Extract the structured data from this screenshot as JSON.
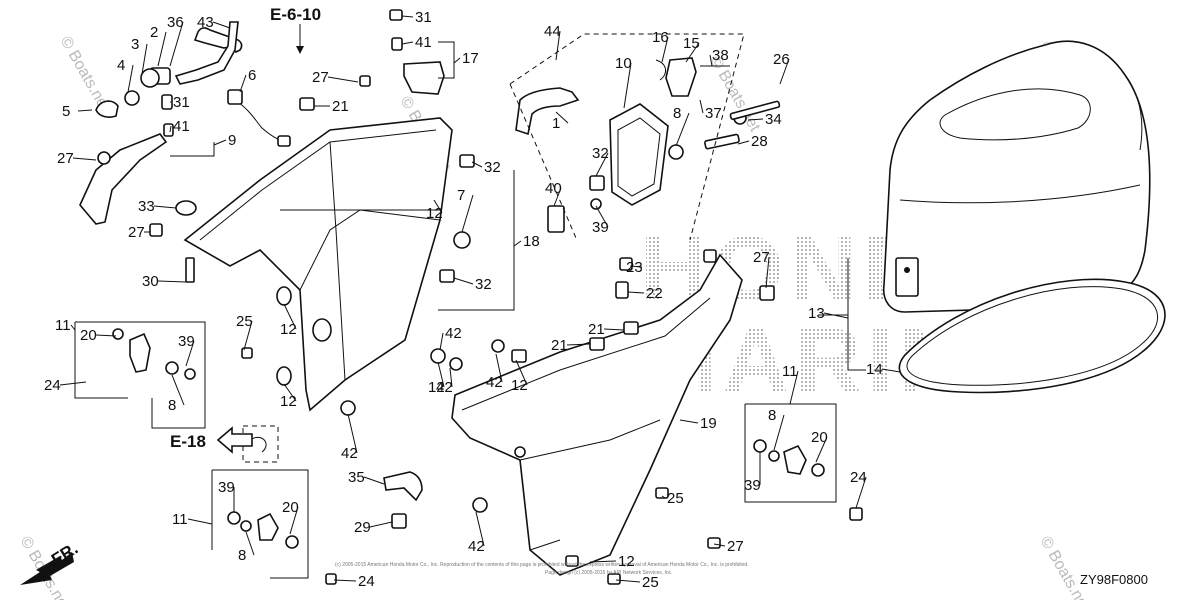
{
  "diagram": {
    "references": [
      "E-6-10",
      "E-18"
    ],
    "drawing_code": "ZY98F0800",
    "direction_label": "FR.",
    "watermark": "© Boats.net",
    "background_text": [
      "HONDA",
      "MARINE"
    ],
    "copyright_line1": "(c) 2005-2015 American Honda Motor Co., Inc. Reproduction of the contents of this page is prohibited without the express written approval of American Honda Motor Co., Inc. is prohibited.",
    "copyright_line2": "Page design (c) 2005-2015 by ARI Network Services, Inc.",
    "callouts": [
      {
        "t": "1"
      },
      {
        "t": "2"
      },
      {
        "t": "3"
      },
      {
        "t": "4"
      },
      {
        "t": "5"
      },
      {
        "t": "6"
      },
      {
        "t": "7"
      },
      {
        "t": "8"
      },
      {
        "t": "8"
      },
      {
        "t": "8"
      },
      {
        "t": "8"
      },
      {
        "t": "9"
      },
      {
        "t": "10"
      },
      {
        "t": "11"
      },
      {
        "t": "11"
      },
      {
        "t": "11"
      },
      {
        "t": "12"
      },
      {
        "t": "12"
      },
      {
        "t": "12"
      },
      {
        "t": "12"
      },
      {
        "t": "12"
      },
      {
        "t": "12"
      },
      {
        "t": "13"
      },
      {
        "t": "14"
      },
      {
        "t": "15"
      },
      {
        "t": "16"
      },
      {
        "t": "17"
      },
      {
        "t": "18"
      },
      {
        "t": "19"
      },
      {
        "t": "20"
      },
      {
        "t": "20"
      },
      {
        "t": "20"
      },
      {
        "t": "21"
      },
      {
        "t": "21"
      },
      {
        "t": "21"
      },
      {
        "t": "22"
      },
      {
        "t": "23"
      },
      {
        "t": "24"
      },
      {
        "t": "24"
      },
      {
        "t": "24"
      },
      {
        "t": "25"
      },
      {
        "t": "25"
      },
      {
        "t": "25"
      },
      {
        "t": "26"
      },
      {
        "t": "27"
      },
      {
        "t": "27"
      },
      {
        "t": "27"
      },
      {
        "t": "27"
      },
      {
        "t": "27"
      },
      {
        "t": "28"
      },
      {
        "t": "29"
      },
      {
        "t": "30"
      },
      {
        "t": "31"
      },
      {
        "t": "31"
      },
      {
        "t": "32"
      },
      {
        "t": "32"
      },
      {
        "t": "32"
      },
      {
        "t": "33"
      },
      {
        "t": "34"
      },
      {
        "t": "35"
      },
      {
        "t": "36"
      },
      {
        "t": "37"
      },
      {
        "t": "38"
      },
      {
        "t": "39"
      },
      {
        "t": "39"
      },
      {
        "t": "39"
      },
      {
        "t": "39"
      },
      {
        "t": "40"
      },
      {
        "t": "41"
      },
      {
        "t": "41"
      },
      {
        "t": "42"
      },
      {
        "t": "42"
      },
      {
        "t": "42"
      },
      {
        "t": "42"
      },
      {
        "t": "42"
      },
      {
        "t": "43"
      },
      {
        "t": "44"
      }
    ]
  }
}
